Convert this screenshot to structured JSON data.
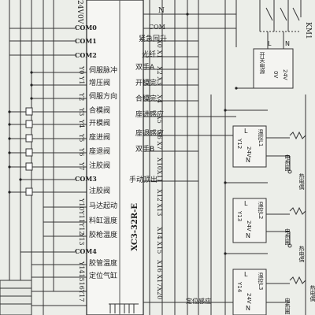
{
  "top": {
    "v24": "24V",
    "v0": "0V",
    "N": "N"
  },
  "left_com": [
    "COM0",
    "COM1",
    "COM2",
    "COM3",
    "COM4"
  ],
  "y_labels": [
    "Y0 Y1",
    "Y2",
    "Y3",
    "Y4",
    "Y5",
    "Y6",
    "Y7",
    "Y10Y11Y12",
    "Y13",
    "Y141516Y17"
  ],
  "outputs": [
    "伺服脉冲",
    "增压阀",
    "伺服方向",
    "合模阀",
    "开模阀",
    "座进阀",
    "座退阀",
    "注胶阀",
    "注胶阀",
    "马达起动",
    "料缸温度",
    "胶枪温度",
    "胶管温度",
    "定位气缸"
  ],
  "model": "XC3-32R-E",
  "right": {
    "com": "COM",
    "inputs": [
      "紧急回升",
      "光纤",
      "双手A",
      "开模完",
      "合模完",
      "座进感应",
      "座退感应",
      "双手B",
      "手动顶出"
    ],
    "x_labels": [
      "X0 X1",
      "X2 X3",
      "X4",
      "X5",
      "X6 X7",
      "X10X11",
      "X12 X13",
      "X14 X15",
      "X16 X17X20"
    ],
    "bottom": "定位感应"
  },
  "km": "KM1",
  "power_box": {
    "title": "开关电源",
    "v24": "24V",
    "v0": "0V",
    "L": "L",
    "N": "N"
  },
  "temp_ctrl": [
    {
      "name": "温控L1",
      "y": "Y12",
      "v": "24V",
      "L": "L",
      "N": "N"
    },
    {
      "name": "温控L2",
      "y": "Y13",
      "v": "24V",
      "L": "L",
      "N": "N"
    },
    {
      "name": "温控L3",
      "y": "Y14",
      "v": "24V",
      "L": "L",
      "N": "N"
    }
  ],
  "heat": [
    "电热圈",
    "电热圈",
    "电热圈"
  ],
  "couple": [
    "热电偶",
    "热电偶",
    "热电偶"
  ]
}
